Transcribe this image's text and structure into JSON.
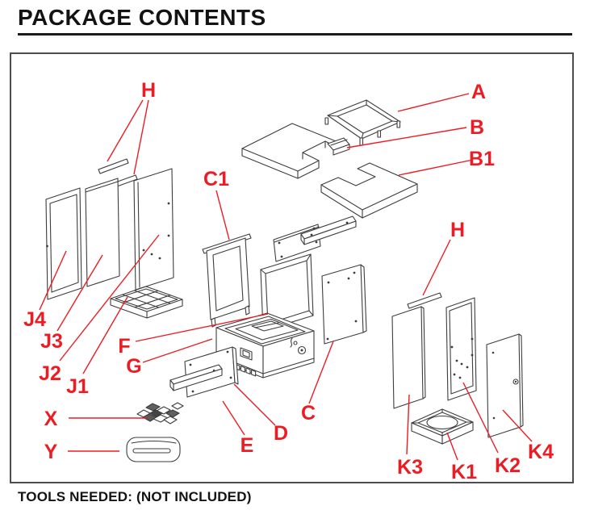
{
  "page": {
    "title": "PACKAGE CONTENTS",
    "footer": "TOOLS NEEDED: (NOT INCLUDED)"
  },
  "diagram": {
    "type": "exploded-parts-diagram",
    "subject": "fire pit table package contents line drawing",
    "label_color": "#ed1c24",
    "line_color": "#3d3d3d",
    "border_color": "#4d4d4d",
    "labels": [
      {
        "id": "h-left",
        "text": "H"
      },
      {
        "id": "a",
        "text": "A"
      },
      {
        "id": "b",
        "text": "B"
      },
      {
        "id": "b1",
        "text": "B1"
      },
      {
        "id": "c1",
        "text": "C1"
      },
      {
        "id": "h-right",
        "text": "H"
      },
      {
        "id": "j4",
        "text": "J4"
      },
      {
        "id": "j3",
        "text": "J3"
      },
      {
        "id": "j2",
        "text": "J2"
      },
      {
        "id": "j1",
        "text": "J1"
      },
      {
        "id": "f",
        "text": "F"
      },
      {
        "id": "g",
        "text": "G"
      },
      {
        "id": "x",
        "text": "X"
      },
      {
        "id": "y",
        "text": "Y"
      },
      {
        "id": "e",
        "text": "E"
      },
      {
        "id": "d",
        "text": "D"
      },
      {
        "id": "c",
        "text": "C"
      },
      {
        "id": "k3",
        "text": "K3"
      },
      {
        "id": "k1",
        "text": "K1"
      },
      {
        "id": "k2",
        "text": "K2"
      },
      {
        "id": "k4",
        "text": "K4"
      }
    ]
  }
}
